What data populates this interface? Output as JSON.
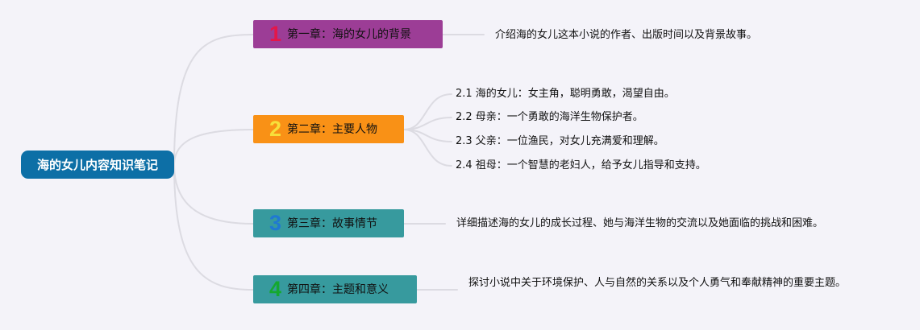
{
  "root": {
    "title": "海的女儿内容知识笔记"
  },
  "chapters": [
    {
      "number": "1",
      "title": "第一章：海的女儿的背景",
      "notes": [
        "介绍海的女儿这本小说的作者、出版时间以及背景故事。"
      ]
    },
    {
      "number": "2",
      "title": "第二章：主要人物",
      "notes": [
        "2.1 海的女儿：女主角，聪明勇敢，渴望自由。",
        "2.2 母亲：一个勇敢的海洋生物保护者。",
        "2.3 父亲：一位渔民，对女儿充满爱和理解。",
        "2.4 祖母：一个智慧的老妇人，给予女儿指导和支持。"
      ]
    },
    {
      "number": "3",
      "title": "第三章：故事情节",
      "notes": [
        "详细描述海的女儿的成长过程、她与海洋生物的交流以及她面临的挑战和困难。"
      ]
    },
    {
      "number": "4",
      "title": "第四章：主题和意义",
      "notes": [
        "探讨小说中关于环境保护、人与自然的关系以及个人勇气和奉献精神的重要主题。"
      ]
    }
  ],
  "colors": {
    "background": "#f4f3f9",
    "root": "#0d6fa6",
    "chapter1": "#9c3d96",
    "chapter2": "#f99116",
    "chapter3": "#379a9e",
    "chapter4": "#379a9e",
    "connector": "#dcdbe2"
  }
}
